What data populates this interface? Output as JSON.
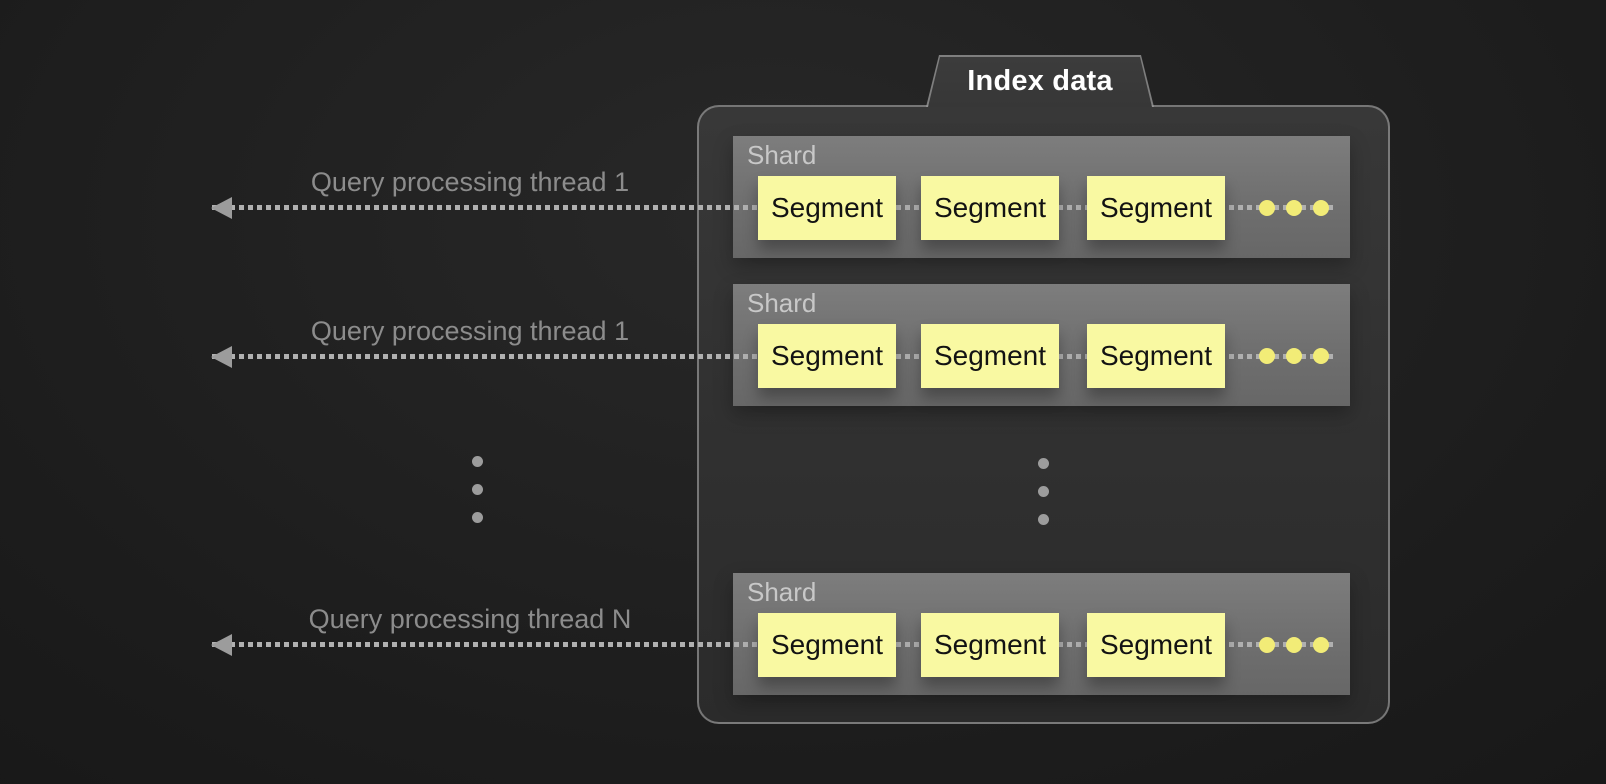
{
  "diagram": {
    "title": "Index data",
    "threads": [
      {
        "label": "Query processing thread 1"
      },
      {
        "label": "Query processing thread 1"
      },
      {
        "label": "Query processing thread N"
      }
    ],
    "shards": [
      {
        "label": "Shard",
        "segments": [
          "Segment",
          "Segment",
          "Segment"
        ]
      },
      {
        "label": "Shard",
        "segments": [
          "Segment",
          "Segment",
          "Segment"
        ]
      },
      {
        "label": "Shard",
        "segments": [
          "Segment",
          "Segment",
          "Segment"
        ]
      }
    ],
    "icons": {
      "arrowhead": "arrow-left-icon",
      "segment_ellipsis": "horizontal-dots-icon",
      "more_shards": "vertical-dots-icon",
      "more_threads": "vertical-dots-icon"
    },
    "colors": {
      "background": "#1d1d1d",
      "container_fill": "#323232",
      "container_border": "#9e9e9e",
      "shard_fill": "#737373",
      "segment_fill": "#f9f9a2",
      "segment_dot": "#f2ec77",
      "line": "#b0b0b0",
      "arrow": "#9c9c9c",
      "thread_label_text": "#8c8c8c",
      "shard_label_text": "#c8c8c8",
      "title_text": "#ffffff"
    }
  }
}
